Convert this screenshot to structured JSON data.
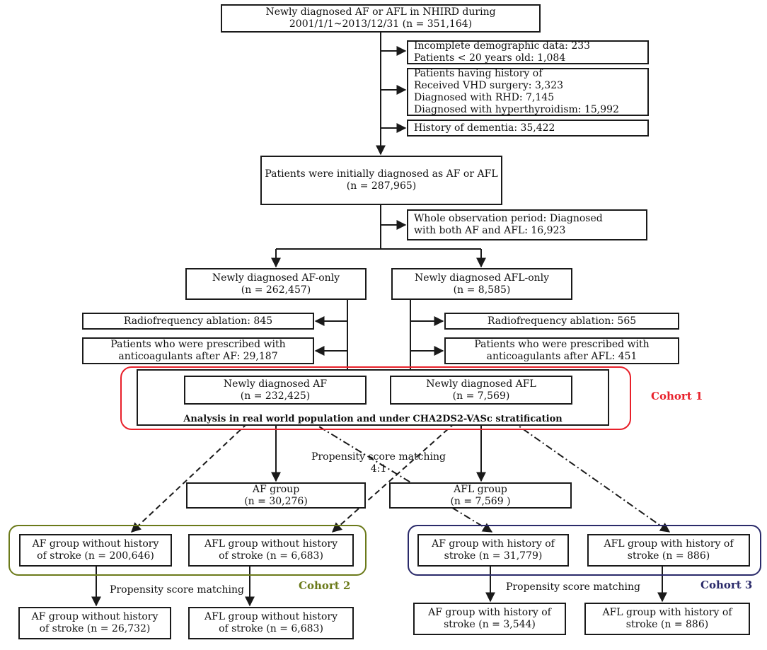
{
  "colors": {
    "line": "#1a1a1a",
    "cohort1": "#e8202a",
    "cohort2": "#6b7a1a",
    "cohort3": "#2a2a6a"
  },
  "boxes": {
    "top": [
      "Newly diagnosed AF or AFL in NHIRD during",
      "2001/1/1~2013/12/31 (n = 351,164)"
    ],
    "excl_demo": [
      "Incomplete demographic data: 233",
      "Patients < 20 years old: 1,084"
    ],
    "excl_history": [
      "Patients having history of",
      "Received VHD surgery: 3,323",
      "Diagnosed with RHD: 7,145",
      "Diagnosed with hyperthyroidism: 15,992"
    ],
    "excl_dementia": [
      "History of dementia: 35,422"
    ],
    "initial": [
      "Patients were initially diagnosed as AF or AFL",
      "(n = 287,965)"
    ],
    "excl_both": [
      "Whole observation period: Diagnosed",
      "with both AF and AFL: 16,923"
    ],
    "af_only": [
      "Newly diagnosed AF-only",
      "(n = 262,457)"
    ],
    "afl_only": [
      "Newly diagnosed AFL-only",
      "(n = 8,585)"
    ],
    "rfa_af": [
      "Radiofrequency ablation: 845"
    ],
    "rfa_afl": [
      "Radiofrequency ablation: 565"
    ],
    "anticoag_af": [
      "Patients who were prescribed with",
      "anticoagulants after AF: 29,187"
    ],
    "anticoag_afl": [
      "Patients who were prescribed with",
      "anticoagulants after AFL: 451"
    ],
    "new_af": [
      "Newly diagnosed AF",
      "(n = 232,425)"
    ],
    "new_afl": [
      "Newly diagnosed AFL",
      "(n = 7,569)"
    ],
    "af_group": [
      "AF group",
      "(n = 30,276)"
    ],
    "afl_group": [
      "AFL group",
      "(n = 7,569 )"
    ],
    "af_no_stroke": [
      "AF group without history",
      "of stroke (n = 200,646)"
    ],
    "afl_no_stroke": [
      "AFL group without history",
      "of stroke (n = 6,683)"
    ],
    "af_stroke": [
      "AF group with history of",
      "stroke (n = 31,779)"
    ],
    "afl_stroke": [
      "AFL group with history of",
      "stroke (n = 886)"
    ],
    "af_no_stroke_m": [
      "AF group without history",
      "of stroke (n = 26,732)"
    ],
    "afl_no_stroke_m": [
      "AFL group without history",
      "of stroke (n = 6,683)"
    ],
    "af_stroke_m": [
      "AF group with history of",
      "stroke (n = 3,544)"
    ],
    "afl_stroke_m": [
      "AFL group with history of",
      "stroke (n = 886)"
    ]
  },
  "text": {
    "cohort1_analysis": "Analysis in real world population and under CHA2DS2-VASc stratification",
    "psm_main": "Propensity score matching",
    "psm_ratio": "4:1",
    "psm_left": "Propensity score matching",
    "psm_right": "Propensity score matching",
    "cohort1": "Cohort 1",
    "cohort2": "Cohort 2",
    "cohort3": "Cohort 3"
  }
}
